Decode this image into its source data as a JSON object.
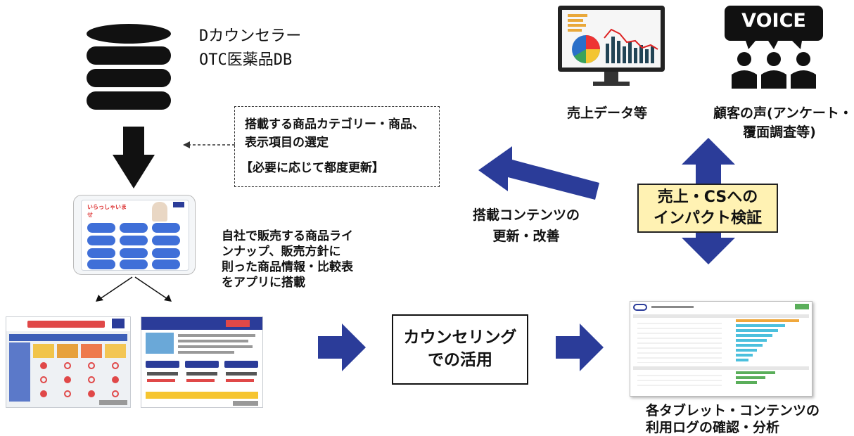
{
  "db": {
    "line1": "Dカウンセラー",
    "line2": "OTC医薬品DB"
  },
  "selection": {
    "line1": "搭載する商品カテゴリー・商品、",
    "line2": "表示項目の選定",
    "line3": "【必要に応じて都度更新】"
  },
  "app_desc": {
    "line1": "自社で販売する商品ライ",
    "line2": "ンナップ、販売方針に",
    "line3": "則った商品情報・比較表",
    "line4": "をアプリに搭載"
  },
  "content_update": {
    "line1": "搭載コンテンツの",
    "line2": "更新・改善"
  },
  "sales_data": {
    "label": "売上データ等"
  },
  "voice": {
    "badge": "VOICE",
    "line1": "顧客の声(アンケート・",
    "line2": "覆面調査等)"
  },
  "impact": {
    "line1": "売上・CSへの",
    "line2": "インパクト検証"
  },
  "counseling": {
    "line1": "カウンセリング",
    "line2": "での活用"
  },
  "log": {
    "line1": "各タブレット・コンテンツの",
    "line2": "利用ログの確認・分析"
  },
  "colors": {
    "arrow_blue": "#2b3c99",
    "impact_bg": "#fff2b3"
  }
}
